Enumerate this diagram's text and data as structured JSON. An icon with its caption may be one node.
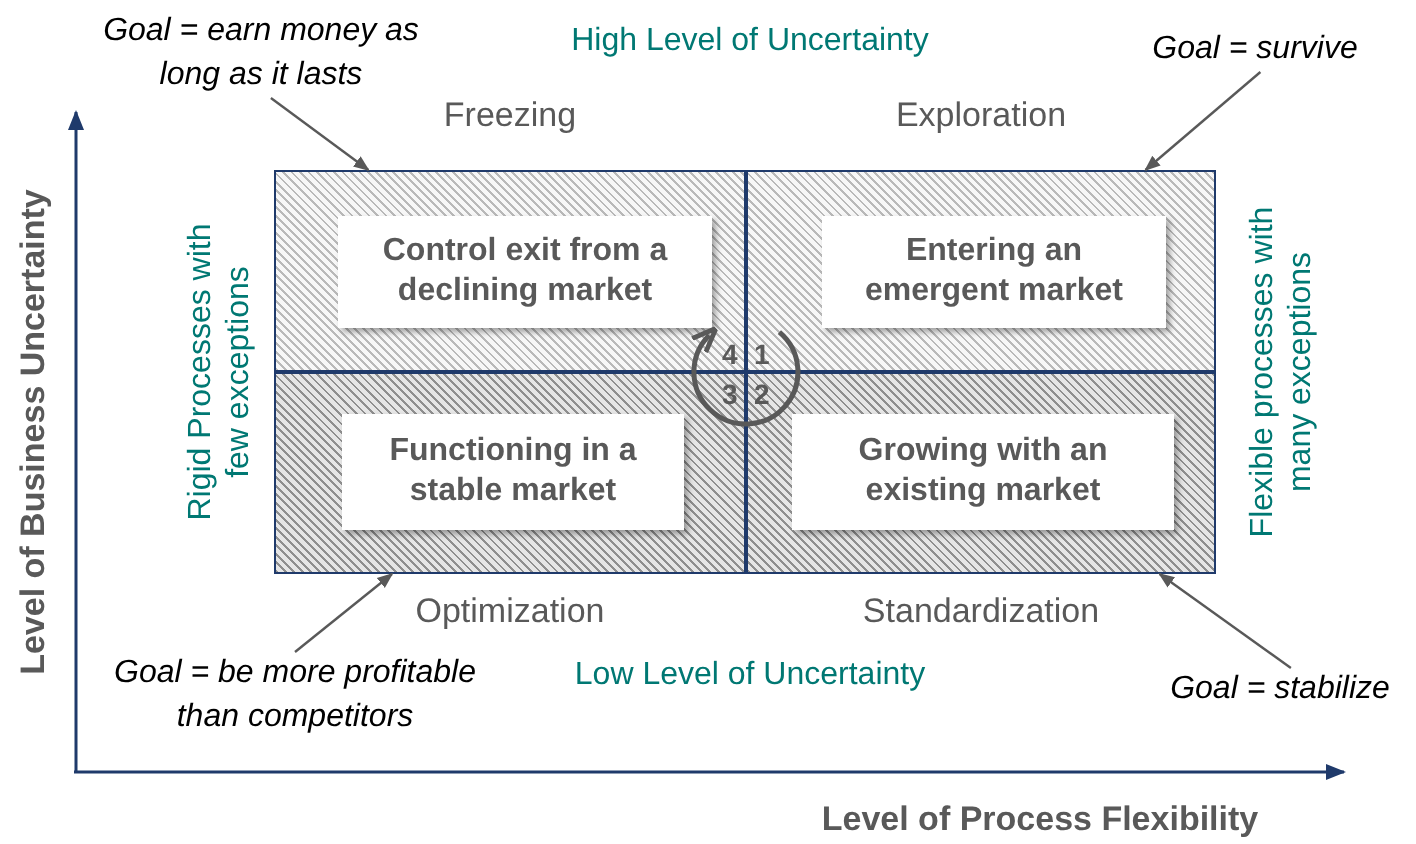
{
  "diagram": {
    "nodes": [
      {
        "text": [
          "Freezing"
        ]
      },
      {
        "text": [
          "Control exit from a declining market"
        ],
        "in": 0
      },
      {
        "text": [
          "Exploration"
        ]
      },
      {
        "text": [
          "Entering an emergent market"
        ],
        "in": 2
      },
      {
        "text": [
          "Optimization"
        ]
      },
      {
        "text": [
          "Functioning in a stable market"
        ],
        "in": 4
      },
      {
        "text": [
          "Standardization"
        ]
      },
      {
        "text": [
          "Growing with an existing market"
        ],
        "in": 6
      },
      {
        "text": [
          "Goal = earn money as long as it lasts"
        ]
      },
      {
        "text": [
          "Goal = survive"
        ]
      },
      {
        "text": [
          "Goal = be more profitable than competitors"
        ]
      },
      {
        "text": [
          "Goal = stabilize"
        ]
      }
    ],
    "edges": [
      {
        "from": 8,
        "to": 0,
        "arrow": "to"
      },
      {
        "from": 9,
        "to": 2,
        "arrow": "to"
      },
      {
        "from": 10,
        "to": 4,
        "arrow": "to"
      },
      {
        "from": 11,
        "to": 6,
        "arrow": "to"
      }
    ],
    "labels": [
      "High Level of Uncertainty",
      "Low Level of Uncertainty",
      "Rigid Processes with few exceptions",
      "Flexible processes with many exceptions",
      "Level of Business Uncertainty",
      "Level of Process Flexibility",
      "4",
      "1",
      "3",
      "2"
    ]
  }
}
